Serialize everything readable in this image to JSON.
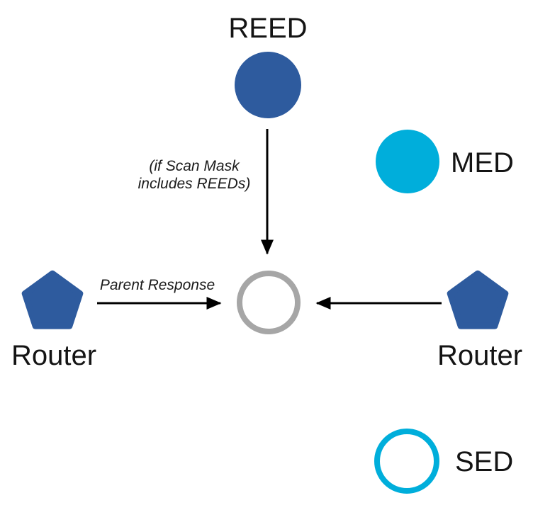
{
  "diagram": {
    "nodes": {
      "reed": {
        "label": "REED",
        "shape": "filled-circle",
        "color": "#2e5b9e"
      },
      "med": {
        "label": "MED",
        "shape": "filled-circle",
        "color": "#00aedb"
      },
      "router_left": {
        "label": "Router",
        "shape": "filled-pentagon",
        "color": "#2e5b9e"
      },
      "router_right": {
        "label": "Router",
        "shape": "filled-pentagon",
        "color": "#2e5b9e"
      },
      "parent": {
        "label": "",
        "shape": "outlined-circle",
        "color": "#a6a6a6"
      },
      "sed": {
        "label": "SED",
        "shape": "outlined-circle",
        "color": "#00aedb"
      }
    },
    "annotations": {
      "scan_mask_line1": "(if Scan Mask",
      "scan_mask_line2": "includes REEDs)",
      "parent_response": "Parent Response"
    },
    "arrows": {
      "reed_to_parent": {
        "from": "reed",
        "to": "parent",
        "color": "#000000"
      },
      "router_left_to_parent": {
        "from": "router_left",
        "to": "parent",
        "color": "#000000",
        "label": "Parent Response"
      },
      "router_right_to_parent": {
        "from": "router_right",
        "to": "parent",
        "color": "#000000"
      }
    }
  }
}
